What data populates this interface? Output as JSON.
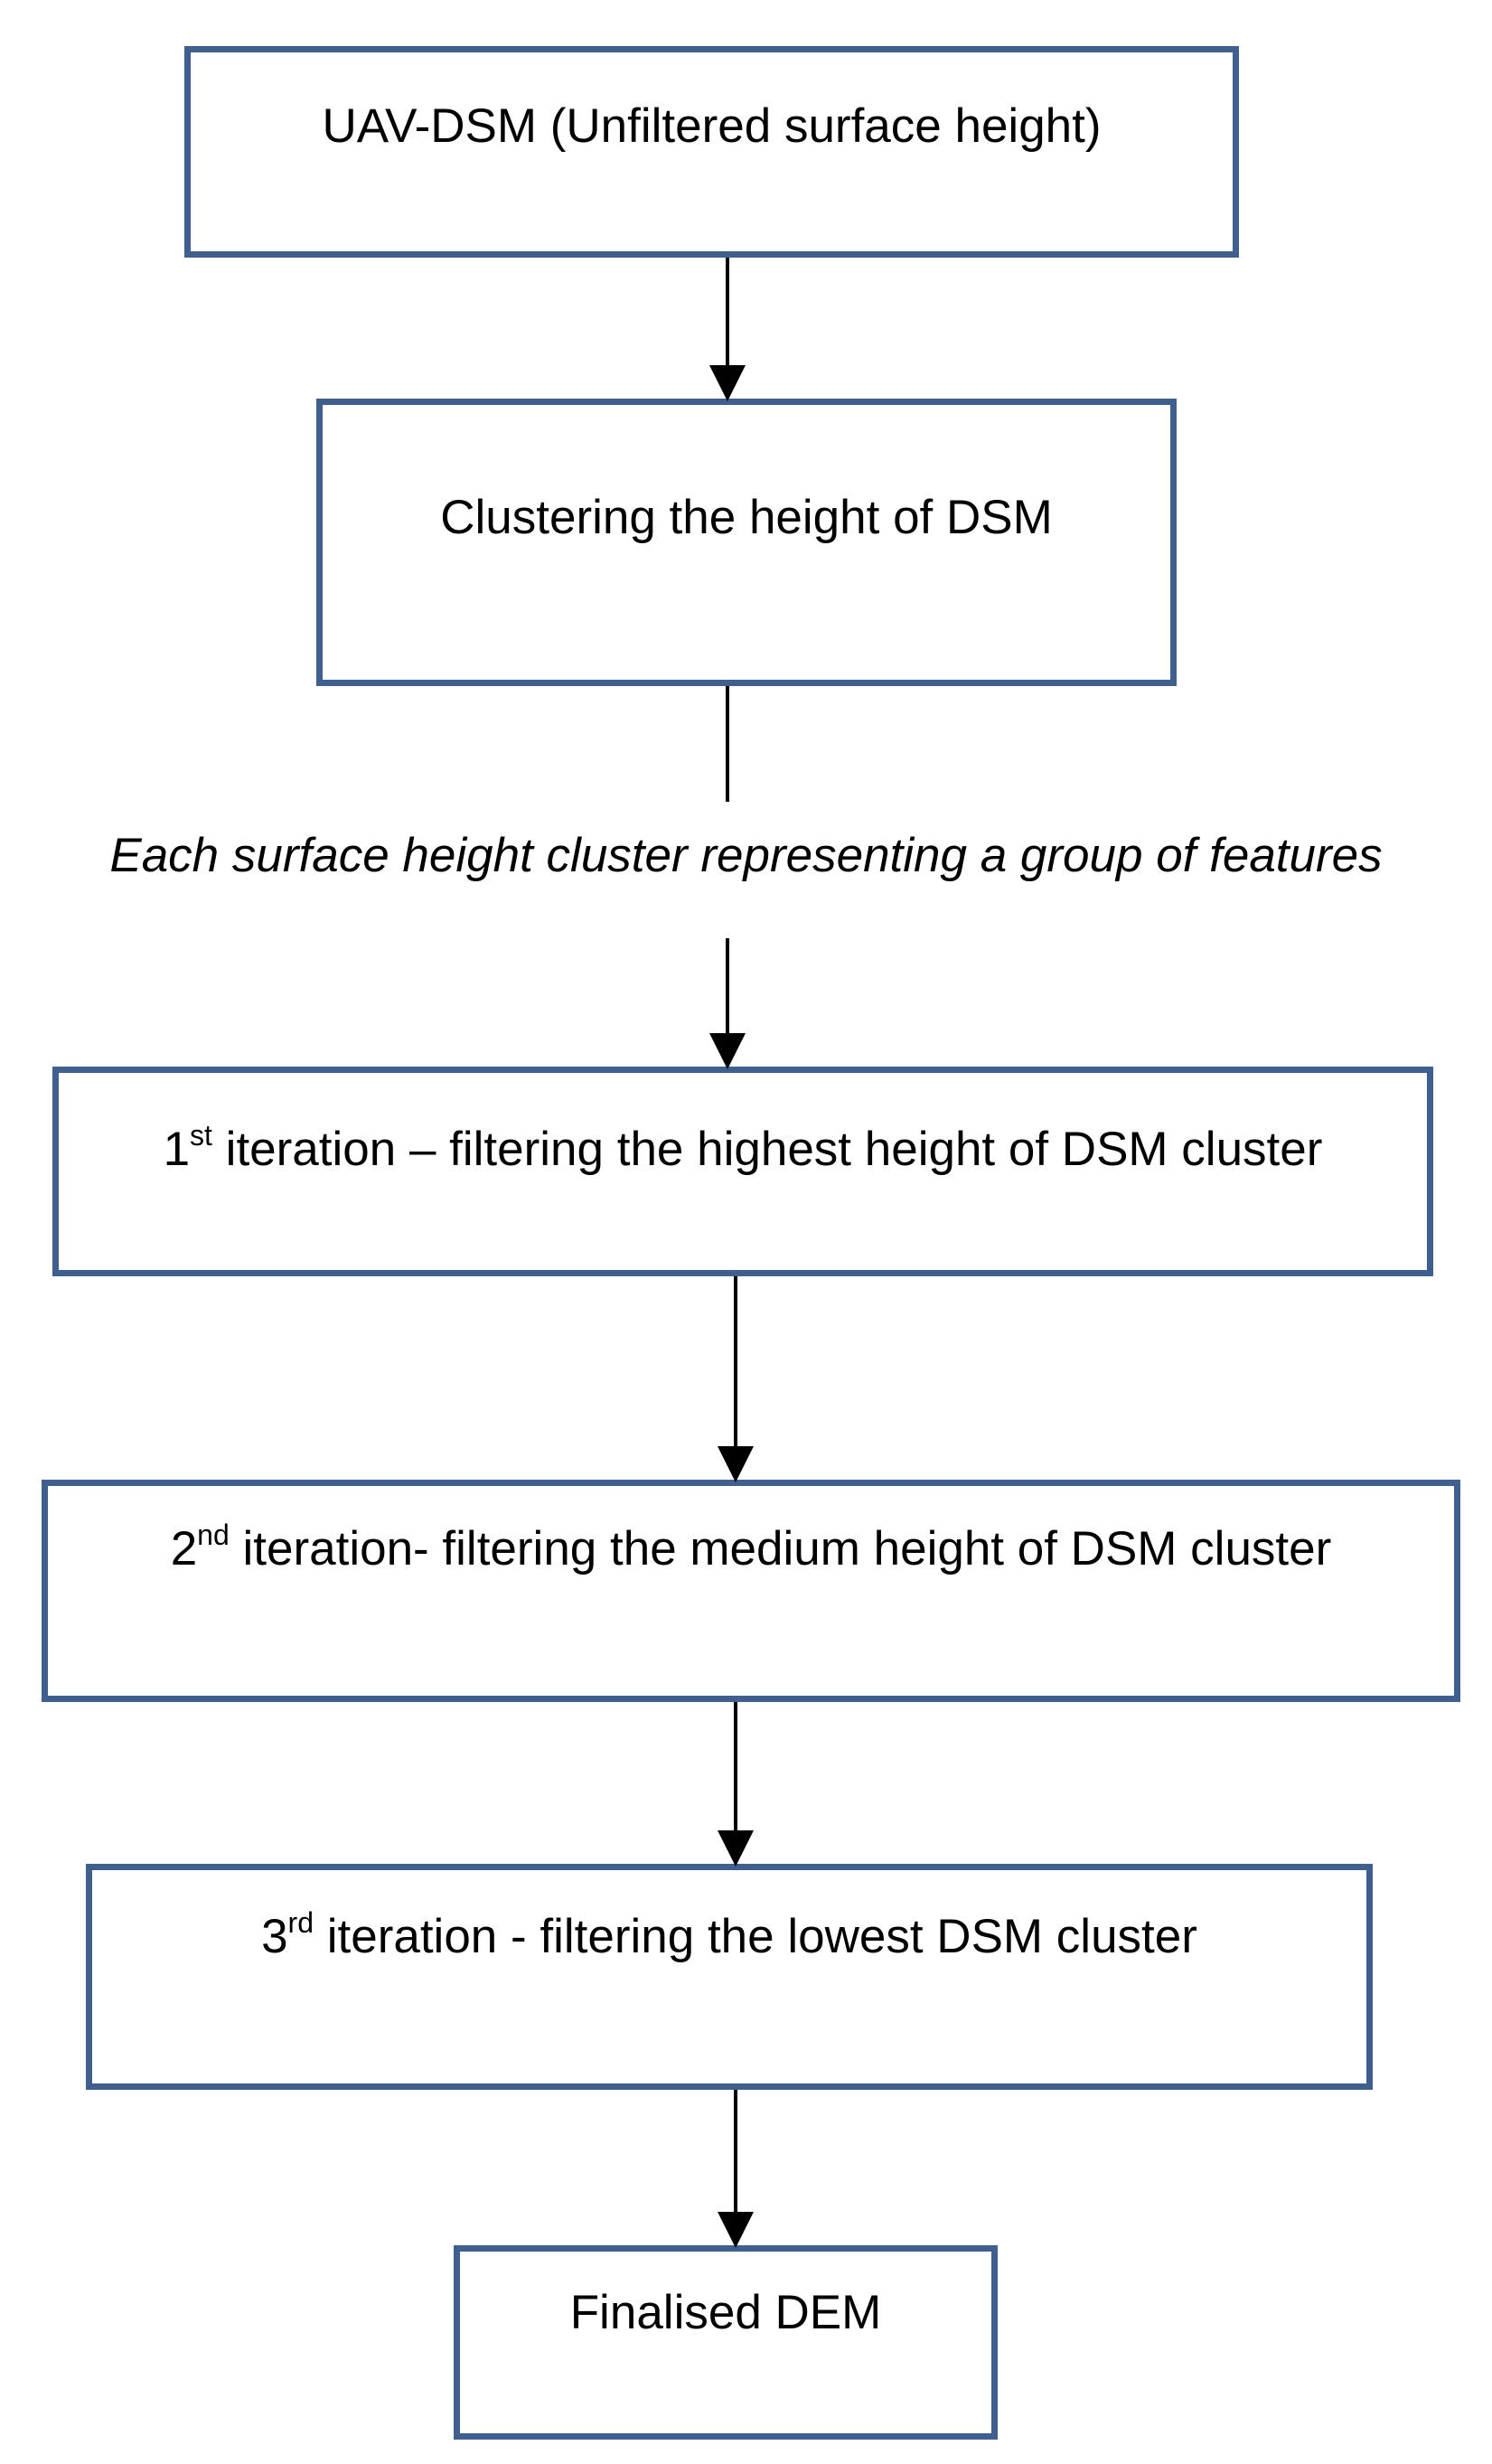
{
  "colors": {
    "box_border": "#3f5f8f",
    "connector": "#000000",
    "background": "#ffffff"
  },
  "flowchart": {
    "steps": {
      "input": {
        "text": "UAV-DSM (Unfiltered surface height)"
      },
      "clustering": {
        "text": "Clustering the height of DSM"
      },
      "note": {
        "text": "Each surface height cluster representing a group of features"
      },
      "iteration1": {
        "ordinal": "1",
        "suffix": "st",
        "text": " iteration – filtering the highest height of DSM cluster"
      },
      "iteration2": {
        "ordinal": "2",
        "suffix": "nd",
        "text": " iteration- filtering the medium height of DSM cluster"
      },
      "iteration3": {
        "ordinal": "3",
        "suffix": "rd",
        "text": " iteration - filtering the lowest DSM cluster"
      },
      "output": {
        "text": "Finalised DEM"
      }
    }
  }
}
